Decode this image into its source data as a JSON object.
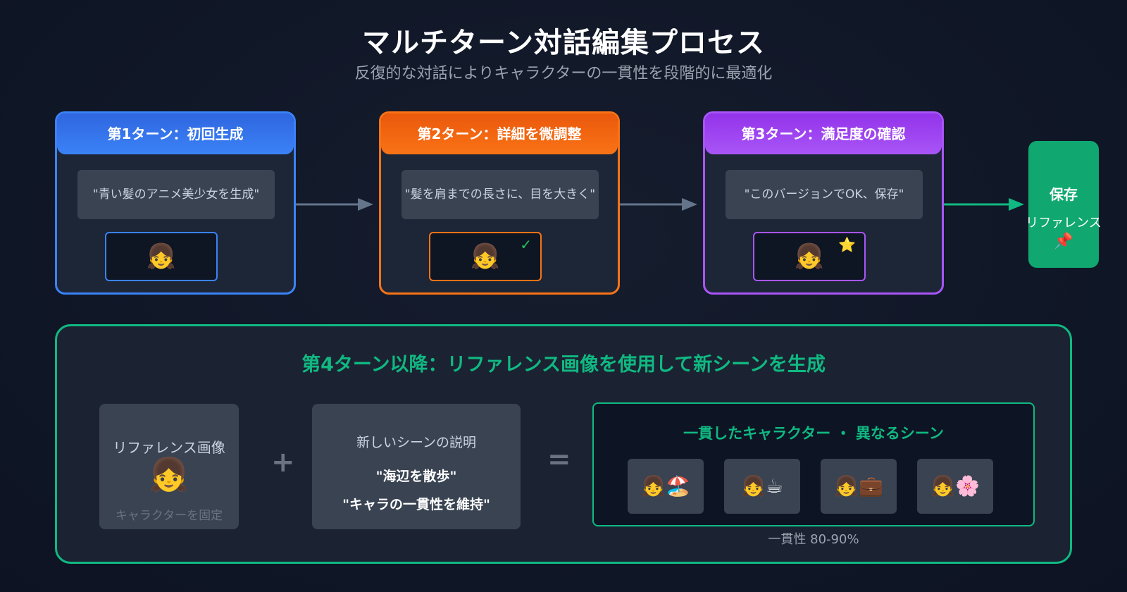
{
  "header": {
    "title": "マルチターン対話編集プロセス",
    "subtitle": "反復的な対話によりキャラクターの一貫性を段階的に最適化"
  },
  "turns": [
    {
      "title": "第1ターン：初回生成",
      "prompt": "\"青い髪のアニメ美少女を生成\"",
      "icon": "👧",
      "mark": ""
    },
    {
      "title": "第2ターン：詳細を微調整",
      "prompt": "\"髪を肩までの長さに、目を大きく\"",
      "icon": "👧",
      "mark": "✓"
    },
    {
      "title": "第3ターン：満足度の確認",
      "prompt": "\"このバージョンでOK、保存\"",
      "icon": "👧",
      "mark": "⭐"
    }
  ],
  "save": {
    "label": "保存",
    "sublabel": "リファレンス",
    "icon": "📌"
  },
  "bottom": {
    "title": "第4ターン以降：リファレンス画像を使用して新シーンを生成",
    "reference": {
      "label": "リファレンス画像",
      "icon": "👧",
      "note": "キャラクターを固定"
    },
    "plus": "+",
    "description": {
      "label": "新しいシーンの説明",
      "line1": "\"海辺を散歩\"",
      "line2": "\"キャラの一貫性を維持\""
    },
    "equals": "=",
    "result": {
      "title": "一貫したキャラクター ・ 異なるシーン",
      "scenes": [
        "👧🏖️",
        "👧☕",
        "👧💼",
        "👧🌸"
      ]
    },
    "consistency": "一貫性 80-90%"
  },
  "colors": {
    "turn1": "#3b82f6",
    "turn2": "#f97316",
    "turn3": "#a855f7",
    "accent_green": "#10b981",
    "arrow_gray": "#64748b"
  }
}
